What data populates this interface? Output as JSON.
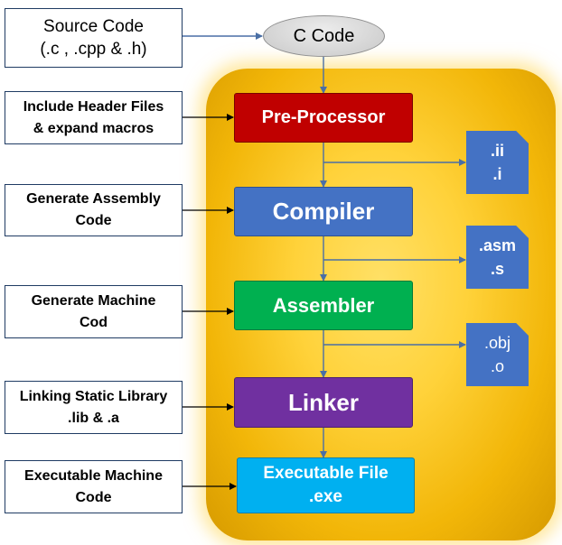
{
  "inputs": {
    "source_line1": "Source Code",
    "source_line2": "(.c , .cpp & .h)",
    "c_code": "C Code"
  },
  "steps": [
    {
      "line1": "Include Header Files",
      "line2": "& expand macros"
    },
    {
      "line1": "Generate Assembly",
      "line2": "Code"
    },
    {
      "line1": "Generate Machine",
      "line2": "Cod"
    },
    {
      "line1": "Linking Static Library",
      "line2": ".lib & .a"
    },
    {
      "line1": "Executable Machine",
      "line2": "Code"
    }
  ],
  "stages": [
    {
      "label": "Pre-Processor",
      "color": "#c00000"
    },
    {
      "label": "Compiler",
      "color": "#4472c4"
    },
    {
      "label": "Assembler",
      "color": "#00b050"
    },
    {
      "label": "Linker",
      "color": "#7030a0"
    },
    {
      "line1": "Executable File",
      "line2": ".exe",
      "color": "#00b0f0"
    }
  ],
  "outputs": [
    {
      "line1": ".ii",
      "line2": ".i"
    },
    {
      "line1": ".asm",
      "line2": ".s"
    },
    {
      "line1": ".obj",
      "line2": ".o"
    }
  ],
  "colors": {
    "connector": "#4a6fa5",
    "side_border": "#1f3b63",
    "doc": "#4472c4"
  }
}
